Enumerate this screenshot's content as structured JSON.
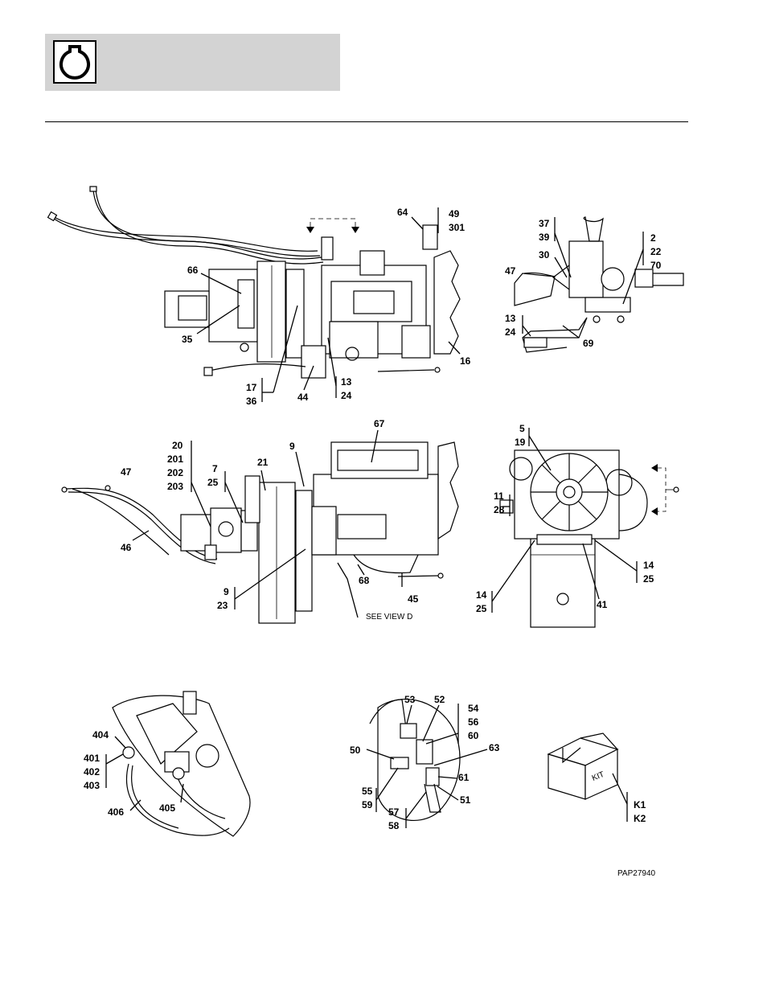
{
  "header": {
    "logo_icon": "engine-icon",
    "background_color": "#d3d3d3"
  },
  "figure_id": "PAP27940",
  "view_note": "SEE VIEW D",
  "kit_text": "KIT",
  "callouts": {
    "c64": "64",
    "c49": "49",
    "c301": "301",
    "c66": "66",
    "c35": "35",
    "c16": "16",
    "c17": "17",
    "c36": "36",
    "c44": "44",
    "c13a": "13",
    "c24a": "24",
    "c37": "37",
    "c39": "39",
    "c30": "30",
    "c47a": "47",
    "c2": "2",
    "c22": "22",
    "c70": "70",
    "c13b": "13",
    "c24b": "24",
    "c69": "69",
    "c20": "20",
    "c201": "201",
    "c202": "202",
    "c203": "203",
    "c47b": "47",
    "c7": "7",
    "c25a": "25",
    "c21": "21",
    "c9a": "9",
    "c67": "67",
    "c46": "46",
    "c9b": "9",
    "c23": "23",
    "c68": "68",
    "c45": "45",
    "c5": "5",
    "c19": "19",
    "c11": "11",
    "c28": "28",
    "c14a": "14",
    "c25b": "25",
    "c14b": "14",
    "c25c": "25",
    "c41": "41",
    "c404": "404",
    "c401": "401",
    "c402": "402",
    "c403": "403",
    "c406": "406",
    "c405": "405",
    "c53": "53",
    "c52": "52",
    "c54": "54",
    "c56": "56",
    "c60": "60",
    "c50": "50",
    "c63": "63",
    "c61": "61",
    "c55": "55",
    "c59": "59",
    "c51": "51",
    "c57": "57",
    "c58": "58",
    "k1": "K1",
    "k2": "K2"
  }
}
